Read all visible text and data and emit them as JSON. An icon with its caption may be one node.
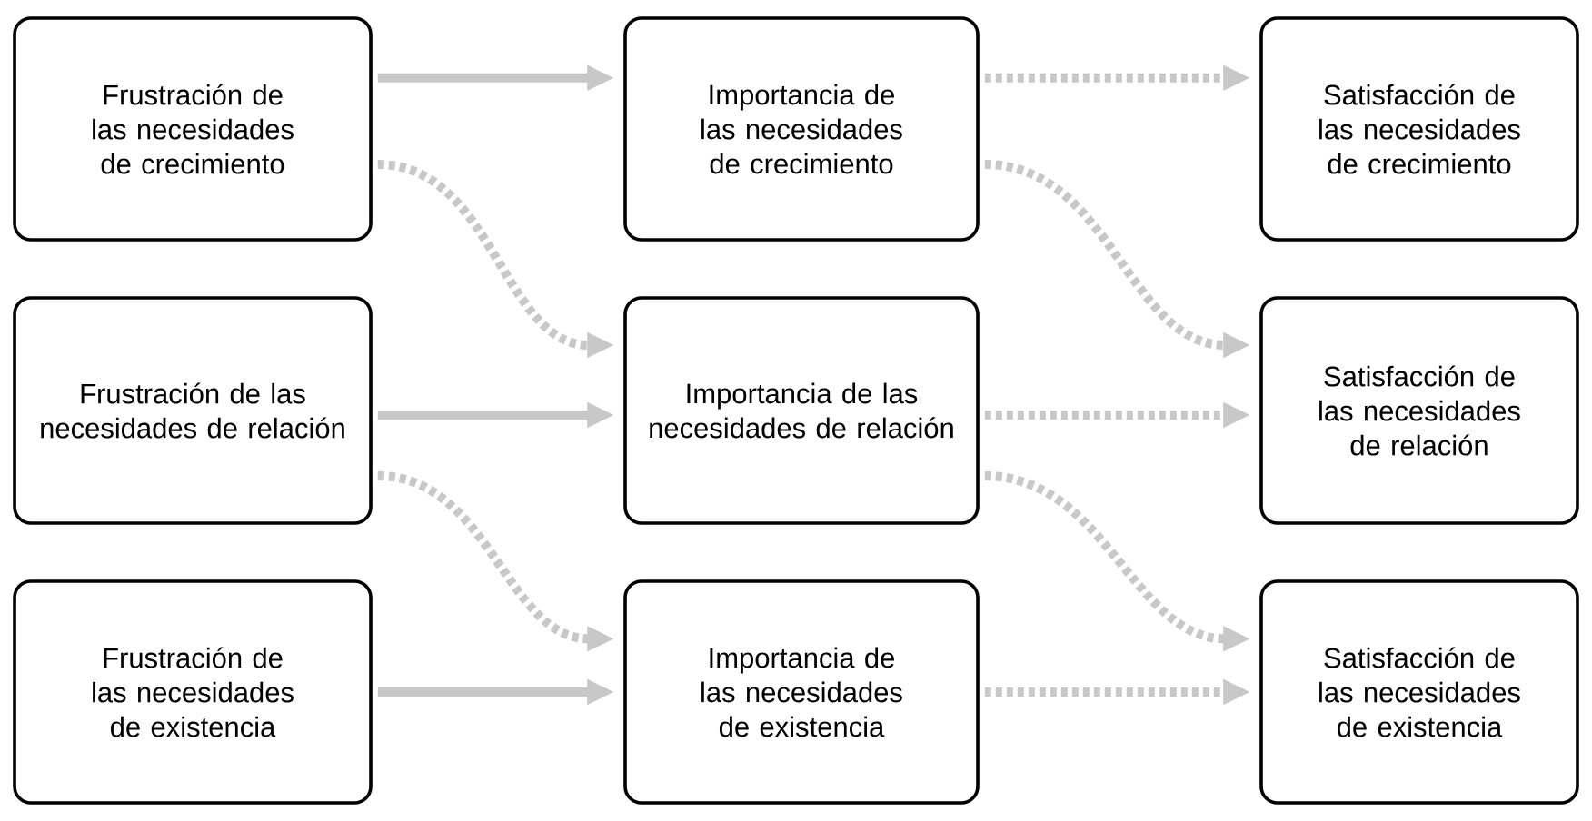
{
  "diagram": {
    "nodes": [
      {
        "text": [
          "Frustración de las necesidades de crecimiento"
        ]
      },
      {
        "text": [
          "Importancia de las necesidades de crecimiento"
        ]
      },
      {
        "text": [
          "Satisfacción de las necesidades de crecimiento"
        ]
      },
      {
        "text": [
          "Frustración de las necesidades de relación"
        ]
      },
      {
        "text": [
          "Importancia de las necesidades de relación"
        ]
      },
      {
        "text": [
          "Satisfacción de las necesidades de relación"
        ]
      },
      {
        "text": [
          "Frustración de las necesidades de existencia"
        ]
      },
      {
        "text": [
          "Importancia de las necesidades de existencia"
        ]
      },
      {
        "text": [
          "Satisfacción de las necesidades de existencia"
        ]
      }
    ],
    "edges": [
      {
        "from": 0,
        "to": 1,
        "arrow": "to"
      },
      {
        "from": 1,
        "to": 2,
        "arrow": "to",
        "style": "dashed"
      },
      {
        "from": 0,
        "to": 4,
        "arrow": "to",
        "style": "dashed"
      },
      {
        "from": 1,
        "to": 5,
        "arrow": "to",
        "style": "dashed"
      },
      {
        "from": 3,
        "to": 4,
        "arrow": "to"
      },
      {
        "from": 4,
        "to": 5,
        "arrow": "to",
        "style": "dashed"
      },
      {
        "from": 3,
        "to": 7,
        "arrow": "to",
        "style": "dashed"
      },
      {
        "from": 4,
        "to": 8,
        "arrow": "to",
        "style": "dashed"
      },
      {
        "from": 6,
        "to": 7,
        "arrow": "to"
      },
      {
        "from": 7,
        "to": 8,
        "arrow": "to",
        "style": "dashed"
      }
    ]
  }
}
